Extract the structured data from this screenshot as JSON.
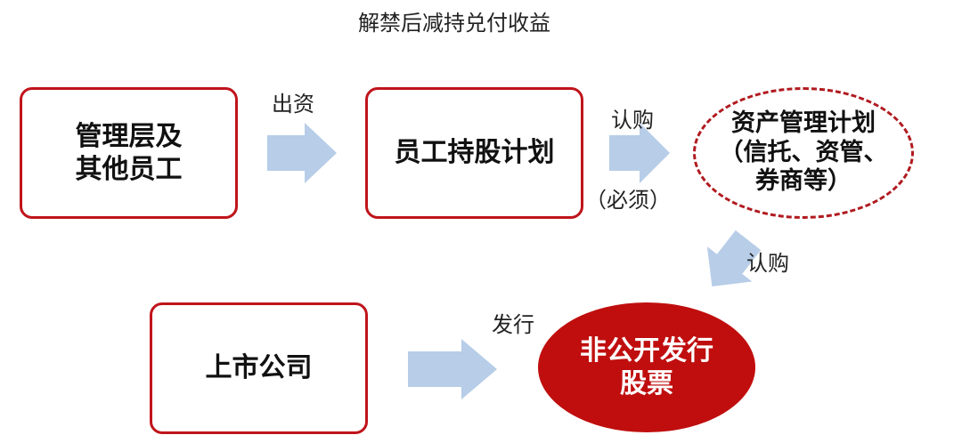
{
  "title": "解禁后减持兑付收益",
  "nodes": {
    "management": "管理层及\n其他员工",
    "esop": "员工持股计划",
    "asset_plan": "资产管理计划\n（信托、资管、\n券商等）",
    "listed_company": "上市公司",
    "private_placement": "非公开发行\n股票"
  },
  "edge_labels": {
    "fund": "出资",
    "subscribe_1": "认购",
    "required": "（必须）",
    "subscribe_2": "认购",
    "issue": "发行"
  },
  "colors": {
    "border_red": "#c0141b",
    "fill_red": "#c00e0e",
    "arrow_blue": "#b7cde8"
  }
}
